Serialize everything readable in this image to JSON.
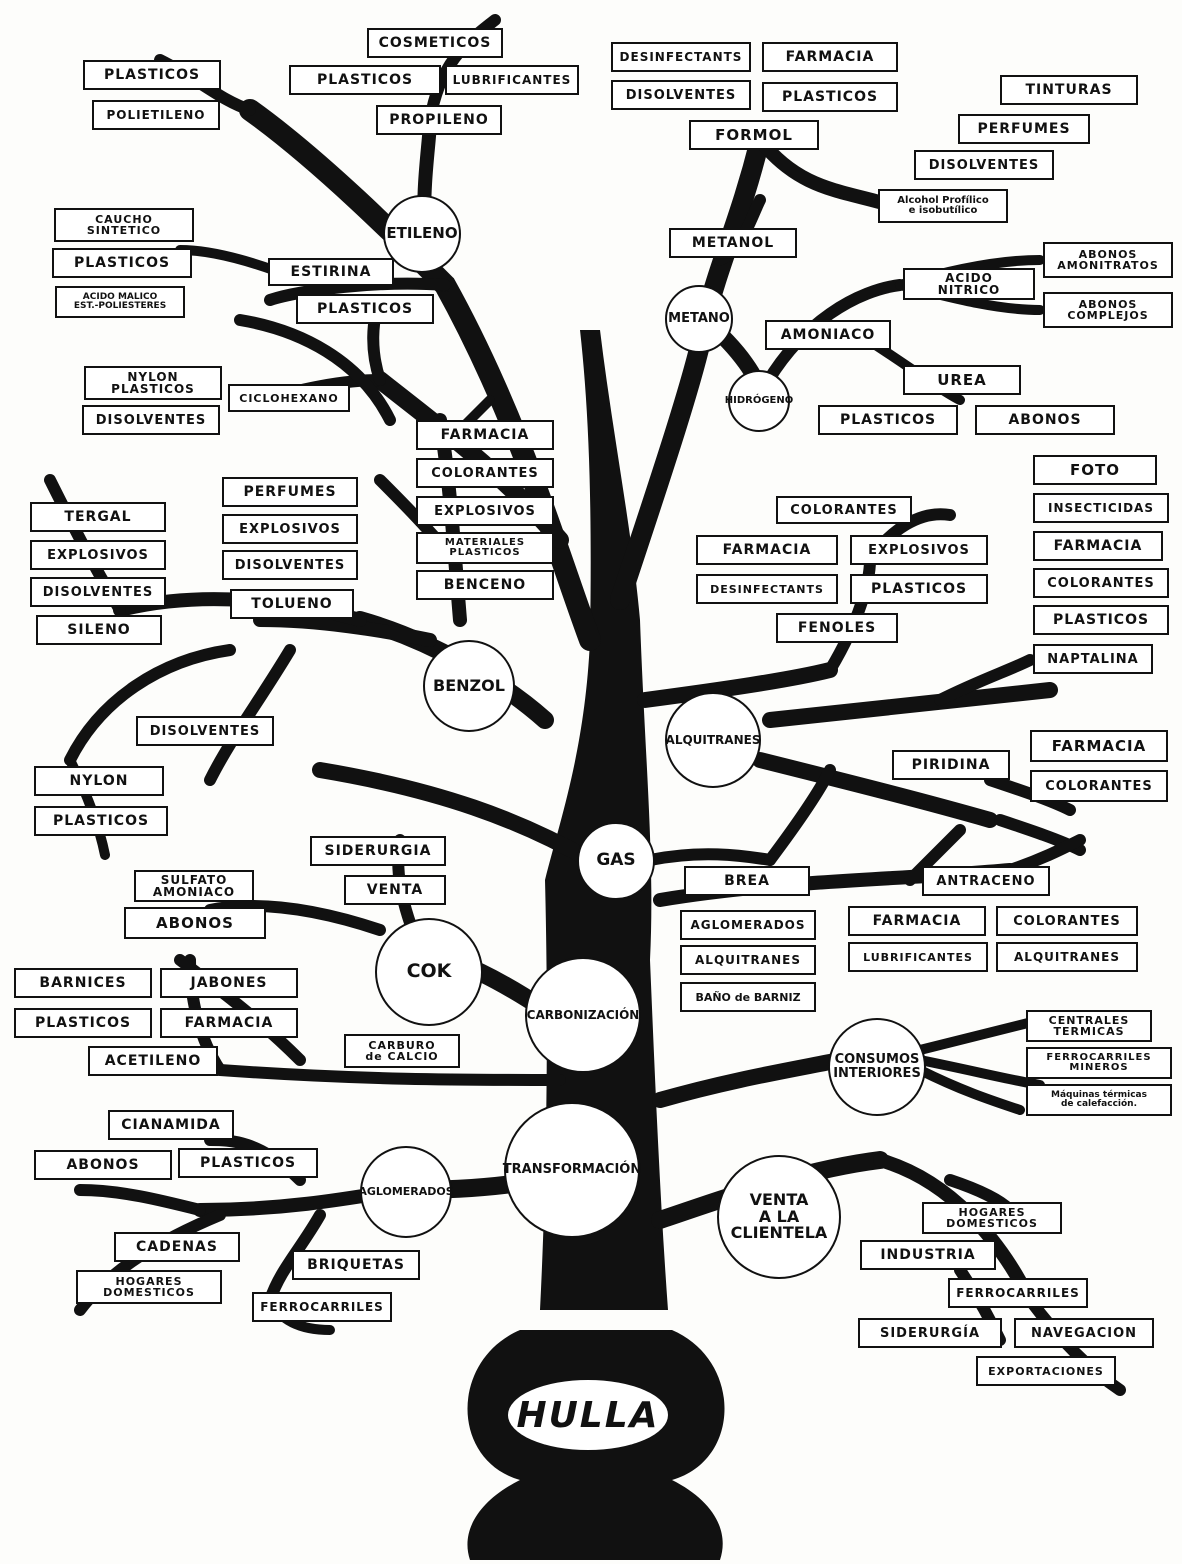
{
  "root": "HULLA",
  "nodes": {
    "etileno": "ETILENO",
    "metano": "METANO",
    "hidrogeno": "HIDRÓGENO",
    "benzol": "BENZOL",
    "alquitranes": "ALQUITRANES",
    "gas": "GAS",
    "cok": "COK",
    "carbonizacion": "CARBONIZACIÓN",
    "consumos": "CONSUMOS\nINTERIORES",
    "aglomerados": "AGLOMERADOS",
    "transformacion": "TRANSFORMACIÓN",
    "venta": "VENTA\nA LA\nCLIENTELA"
  },
  "labels": {
    "cosmeticos": "COSMETICOS",
    "plasticos_prop": "PLASTICOS",
    "lubrificantes": "LUBRIFICANTES",
    "propileno": "PROPILENO",
    "plasticos_polie": "PLASTICOS",
    "polietileno": "POLIETILENO",
    "desinfectants_f": "DESINFECTANTS",
    "farmacia_f": "FARMACIA",
    "disolventes_f": "DISOLVENTES",
    "plasticos_f": "PLASTICOS",
    "formol": "FORMOL",
    "tinturas": "TINTURAS",
    "perfumes_a": "PERFUMES",
    "disolventes_a": "DISOLVENTES",
    "alcohol": "Alcohol Profílico\ne isobutílico",
    "metanol": "METANOL",
    "caucho": "CAUCHO\nSINTETICO",
    "plasticos_e": "PLASTICOS",
    "acido_malico": "ACIDO MALICO\nEST.-POLIESTERES",
    "estirina": "ESTIRINA",
    "plasticos_est": "PLASTICOS",
    "abonos_amon": "ABONOS\nAMONITRATOS",
    "acido_nitrico": "ACIDO\nNITRICO",
    "abonos_comp": "ABONOS\nCOMPLEJOS",
    "amoniaco": "AMONIACO",
    "urea": "UREA",
    "plasticos_urea": "PLASTICOS",
    "abonos_urea": "ABONOS",
    "nylon_plast": "NYLON\nPLASTICOS",
    "ciclohexano": "CICLOHEXANO",
    "disolventes_c": "DISOLVENTES",
    "farmacia_b": "FARMACIA",
    "colorantes_b": "COLORANTES",
    "explosivos_b": "EXPLOSIVOS",
    "materiales": "MATERIALES\nPLASTICOS",
    "benceno": "BENCENO",
    "perfumes_t": "PERFUMES",
    "explosivos_t": "EXPLOSIVOS",
    "disolventes_t": "DISOLVENTES",
    "tolueno": "TOLUENO",
    "tergal": "TERGAL",
    "explosivos_s": "EXPLOSIVOS",
    "disolventes_s": "DISOLVENTES",
    "sileno": "SILENO",
    "disolventes_n": "DISOLVENTES",
    "nylon": "NYLON",
    "plasticos_n": "PLASTICOS",
    "colorantes_fe": "COLORANTES",
    "farmacia_fe": "FARMACIA",
    "explosivos_fe": "EXPLOSIVOS",
    "desinfectants_fe": "DESINFECTANTS",
    "plasticos_fe": "PLASTICOS",
    "fenoles": "FENOLES",
    "foto": "FOTO",
    "insecticidas": "INSECTICIDAS",
    "farmacia_na": "FARMACIA",
    "colorantes_na": "COLORANTES",
    "plasticos_na": "PLASTICOS",
    "naptalina": "NAPTALINA",
    "piridina": "PIRIDINA",
    "farmacia_pi": "FARMACIA",
    "colorantes_pi": "COLORANTES",
    "siderurgia_c": "SIDERURGIA",
    "venta_c": "VENTA",
    "sulfato": "SULFATO\nAMONIACO",
    "abonos_s": "ABONOS",
    "brea": "BREA",
    "aglomerados_b": "AGLOMERADOS",
    "alquitranes_b": "ALQUITRANES",
    "bano": "BAÑO de BARNIZ",
    "antraceno": "ANTRACENO",
    "farmacia_an": "FARMACIA",
    "colorantes_an": "COLORANTES",
    "lubrificantes_an": "LUBRIFICANTES",
    "alquitranes_an": "ALQUITRANES",
    "barnices": "BARNICES",
    "jabones": "JABONES",
    "plasticos_ac": "PLASTICOS",
    "farmacia_ac": "FARMACIA",
    "acetileno": "ACETILENO",
    "carburo": "CARBURO\nde CALCIO",
    "centrales": "CENTRALES\nTERMICAS",
    "ferrocarriles_m": "FERROCARRILES\nMINEROS",
    "maquinas": "Máquinas térmicas\nde calefacción.",
    "cianamida": "CIANAMIDA",
    "abonos_ci": "ABONOS",
    "plasticos_ci": "PLASTICOS",
    "hogares_v": "HOGARES\nDOMESTICOS",
    "industria": "INDUSTRIA",
    "ferrocarriles_v": "FERROCARRILES",
    "siderurgia_v": "SIDERURGÍA",
    "navegacion": "NAVEGACION",
    "exportaciones": "EXPORTACIONES",
    "cadenas": "CADENAS",
    "hogares_a": "HOGARES\nDOMESTICOS",
    "briquetas": "BRIQUETAS",
    "ferrocarriles_a": "FERROCARRILES"
  }
}
